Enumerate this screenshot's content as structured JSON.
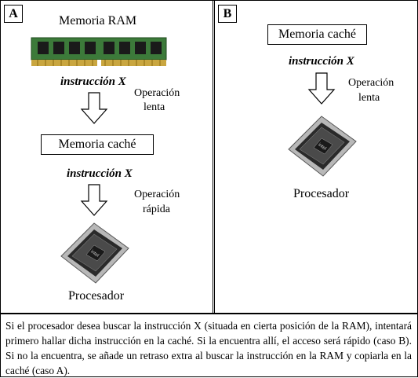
{
  "panel_a": {
    "tag": "A",
    "ram_label": "Memoria RAM",
    "instr_1": "instrucción X",
    "op_slow_line1": "Operación",
    "op_slow_line2": "lenta",
    "cache_label": "Memoria caché",
    "instr_2": "instrucción X",
    "op_fast_line1": "Operación",
    "op_fast_line2": "rápida",
    "processor_label": "Procesador"
  },
  "panel_b": {
    "tag": "B",
    "cache_label": "Memoria caché",
    "instr": "instrucción X",
    "op_line1": "Operación",
    "op_line2": "lenta",
    "processor_label": "Procesador"
  },
  "caption": "Si el procesador desea buscar la instrucción X (situada en cierta posición de la RAM), intentará primero hallar dicha instrucción en la caché. Si la encuentra allí, el acceso será rápido (caso B). Si no la encuentra, se añade un retraso extra al buscar la instrucción en la RAM y copiarla en la caché (caso A).",
  "colors": {
    "ram_pcb": "#3c7a3a",
    "chip_dark": "#2a2a2a",
    "chip_light": "#b8b8b8"
  }
}
